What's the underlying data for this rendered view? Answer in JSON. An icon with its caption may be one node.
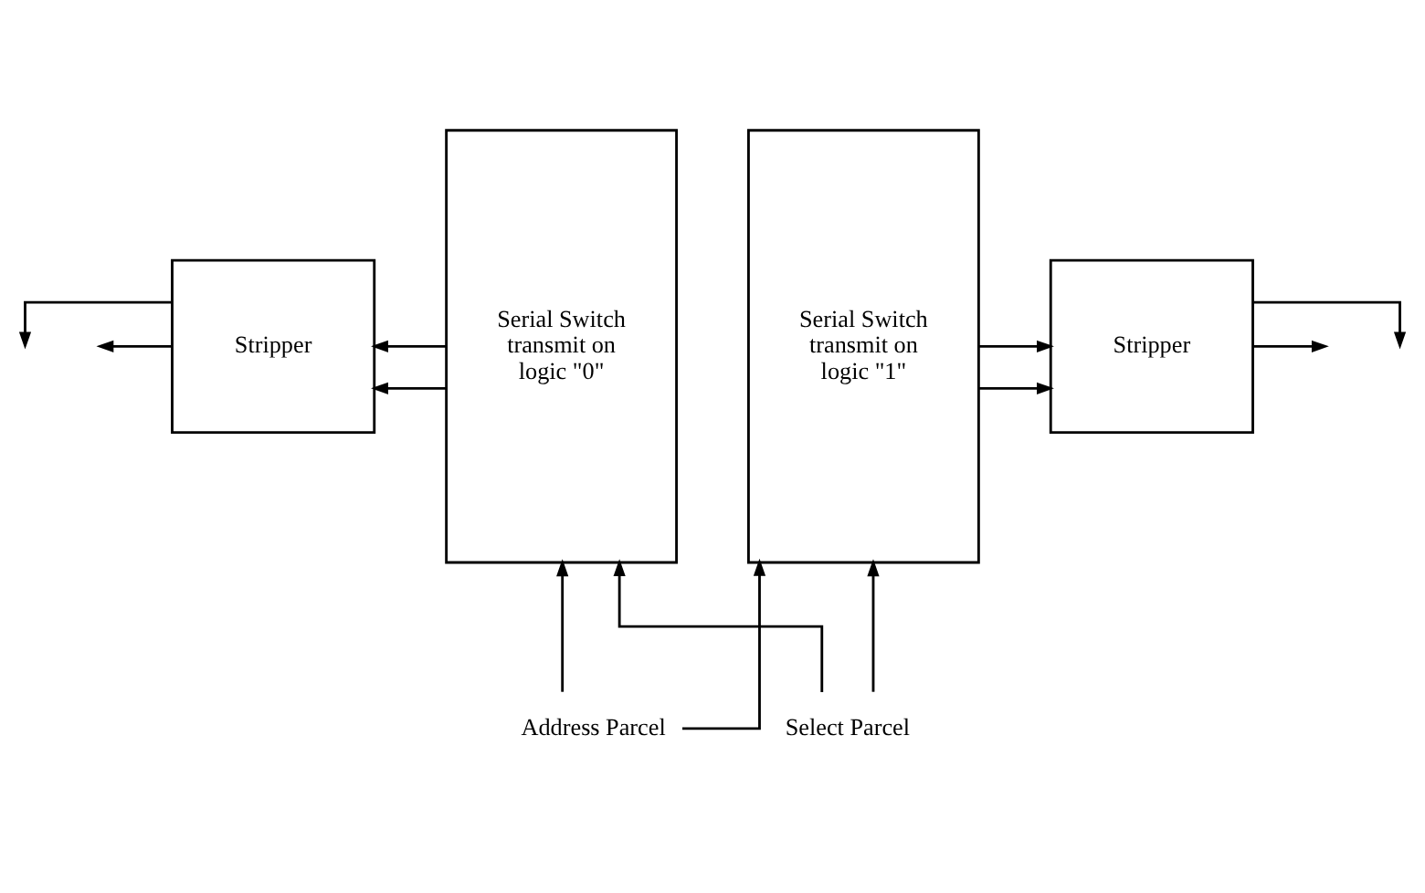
{
  "diagram": {
    "nodes": [
      {
        "text": [
          "Stripper"
        ]
      },
      {
        "text": [
          "Serial Switch transmit on logic \"0\""
        ]
      },
      {
        "text": [
          "Serial Switch transmit on logic \"1\""
        ]
      },
      {
        "text": [
          "Stripper"
        ]
      },
      {
        "text": [
          "Address Parcel"
        ]
      },
      {
        "text": [
          "Select Parcel"
        ]
      }
    ],
    "edges": [
      {
        "from": 1,
        "to": 0,
        "arrow": "to"
      },
      {
        "from": 1,
        "to": 0,
        "arrow": "to"
      },
      {
        "from": 0,
        "to": null,
        "arrow": "to"
      },
      {
        "from": 0,
        "to": null,
        "arrow": "to"
      },
      {
        "from": 2,
        "to": 3,
        "arrow": "to"
      },
      {
        "from": 2,
        "to": 3,
        "arrow": "to"
      },
      {
        "from": 3,
        "to": null,
        "arrow": "to"
      },
      {
        "from": 3,
        "to": null,
        "arrow": "to"
      },
      {
        "from": 4,
        "to": 1,
        "arrow": "to"
      },
      {
        "from": 4,
        "to": 2,
        "arrow": "to"
      },
      {
        "from": 5,
        "to": 1,
        "arrow": "to"
      },
      {
        "from": 5,
        "to": 2,
        "arrow": "to"
      }
    ]
  }
}
